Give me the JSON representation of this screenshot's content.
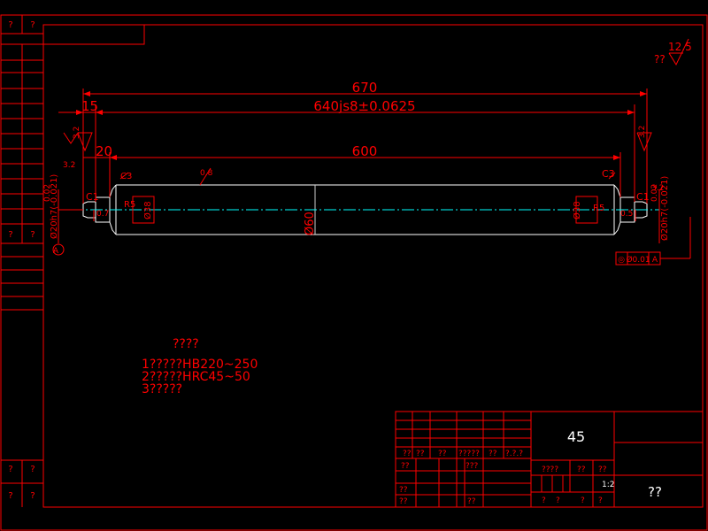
{
  "left_strip": {
    "top_labels": [
      "?",
      "?"
    ],
    "mid_labels": [
      "?",
      "?"
    ],
    "bottom_labels_1": [
      "?",
      "?"
    ],
    "bottom_labels_2": [
      "?",
      "?"
    ]
  },
  "surface_finish": {
    "prefix": "??",
    "value": "12.5"
  },
  "dimensions": {
    "overall_length": "670",
    "fit_length": "640js8±0.0625",
    "body_length": "600",
    "left_end": "15",
    "left_shoulder": "20",
    "chamfer_left": "C1",
    "chamfer_right": "C1",
    "chamfer_body_left": "C3",
    "chamfer_body_right": "C3",
    "radius_left": "R5",
    "radius_right": "R5",
    "body_diameter": "Ø60",
    "neck_diameter_left": "Ø38",
    "neck_diameter_right": "Ø38",
    "roughness_body": "0.8",
    "roughness_left": "3.2",
    "roughness_right": "3.2",
    "roughness_left_end": "3.2",
    "roughness_right_end": "3.2",
    "journal_left": "Ø20h7(-0.021)",
    "journal_right": "Ø20h7(-0.021)",
    "runout_left": "0.02",
    "runout_right": "0.02",
    "small_left": "0.7",
    "small_right": "0.5",
    "datum": "A"
  },
  "tolerance_frame": {
    "symbol": "◎",
    "value": "Ø0.01",
    "datum": "A"
  },
  "notes": {
    "heading": "????",
    "lines": [
      "1?????HB220~250",
      "2?????HRC45~50",
      "3?????"
    ]
  },
  "title_block": {
    "row_labels": [
      "??",
      "??",
      "??",
      "?????",
      "??",
      "?.?.?"
    ],
    "row2": [
      "??",
      "???"
    ],
    "row3": [
      "??"
    ],
    "row4": [
      "??",
      "??"
    ],
    "material": "45",
    "drawing_labels": [
      "????",
      "??",
      "??"
    ],
    "scale": "1:2",
    "footer": [
      "?",
      "?",
      "?",
      "?"
    ],
    "part_name": "??"
  }
}
